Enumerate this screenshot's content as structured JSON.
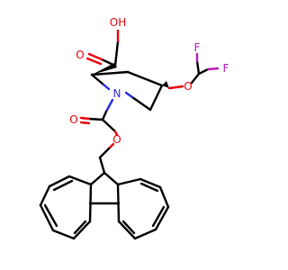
{
  "atoms": {
    "acid_oh": "OH",
    "acid_carbonyl_o": "O",
    "ring_n": "N",
    "ether_o": "O",
    "fluorine_1": "F",
    "fluorine_2": "F",
    "carbamate_carbonyl_o": "O",
    "carbamate_ester_o": "O"
  },
  "colors": {
    "bond": "#000000",
    "oxygen": "#e8000b",
    "nitrogen": "#2b2bd9",
    "fluorine": "#b51ab5"
  }
}
